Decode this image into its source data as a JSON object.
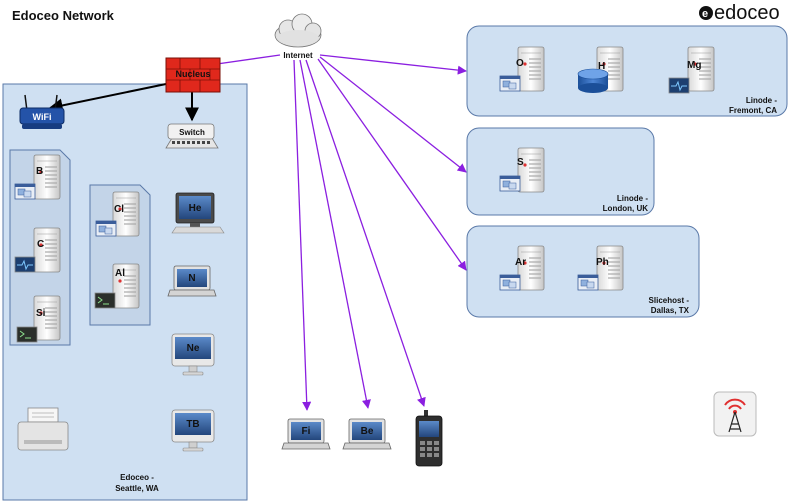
{
  "title": "Edoceo Network",
  "logo": {
    "text": "edoceo",
    "mark": "e"
  },
  "internet": {
    "label": "Internet",
    "icon": "cloud-icon"
  },
  "nucleus": {
    "label": "Nucleus",
    "icon": "firewall-icon"
  },
  "wifi": {
    "label": "WiFi",
    "icon": "router-icon"
  },
  "switch": {
    "label": "Switch",
    "icon": "switch-icon"
  },
  "sites": {
    "seattle": {
      "line1": "Edoceo -",
      "line2": "Seattle, WA"
    },
    "fremont": {
      "line1": "Linode -",
      "line2": "Fremont, CA"
    },
    "london": {
      "line1": "Linode -",
      "line2": "London, UK"
    },
    "dallas": {
      "line1": "Slicehost -",
      "line2": "Dallas, TX"
    }
  },
  "servers": {
    "b": "B",
    "c": "C",
    "si": "Si",
    "cl": "Cl",
    "al": "Al",
    "o": "O",
    "mg": "Mg",
    "s": "S",
    "ar": "Ar",
    "ph": "Ph"
  },
  "database": {
    "h": "H"
  },
  "monitors": {
    "he": "He",
    "ne": "Ne",
    "tb": "TB"
  },
  "laptops": {
    "n": "N",
    "fi": "Fi",
    "be": "Be"
  },
  "misc": {
    "printer": "printer-icon",
    "phone": "phone-icon",
    "antenna": "antenna-icon"
  },
  "colors": {
    "link": "#8b1fe0",
    "wired": "#000000",
    "site_fill": "#cfe0f2",
    "site_stroke": "#5a79a8",
    "firewall": "#e0281c"
  }
}
